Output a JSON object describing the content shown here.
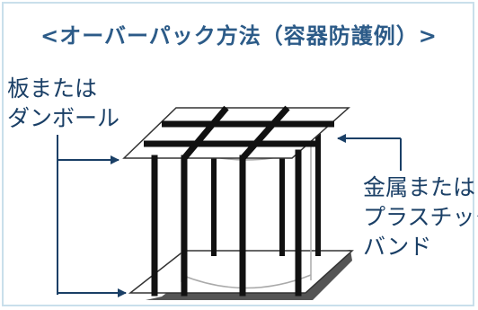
{
  "title": "<オーバーパック方法（容器防護例）>",
  "labels": {
    "board_line1": "板または",
    "board_line2": "ダンボール",
    "band_line1": "金属または",
    "band_line2": "プラスチック",
    "band_line3": "バンド"
  },
  "colors": {
    "title": "#2c5b88",
    "arrow": "#1a3f66",
    "band": "#111111",
    "base_shadow": "#555555",
    "frame": "#c9dfeb"
  }
}
